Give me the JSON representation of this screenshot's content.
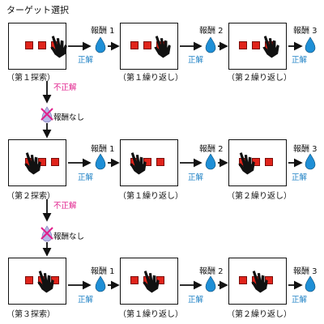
{
  "title": "ターゲット選択",
  "labels": {
    "reward1": "報酬 1",
    "reward2": "報酬 2",
    "reward3": "報酬 3",
    "correct": "正解",
    "incorrect": "不正解",
    "no_reward": "報酬なし",
    "repeat1": "（第１繰り返し）",
    "repeat2": "（第２繰り返し）"
  },
  "rows": [
    {
      "search_label": "（第１探索）"
    },
    {
      "search_label": "（第２探索）"
    },
    {
      "search_label": "（第３探索）"
    }
  ],
  "colors": {
    "target": "#e0241b",
    "correct": "#1a7fc4",
    "incorrect": "#e0208c",
    "drop": "#1f8fd6"
  }
}
